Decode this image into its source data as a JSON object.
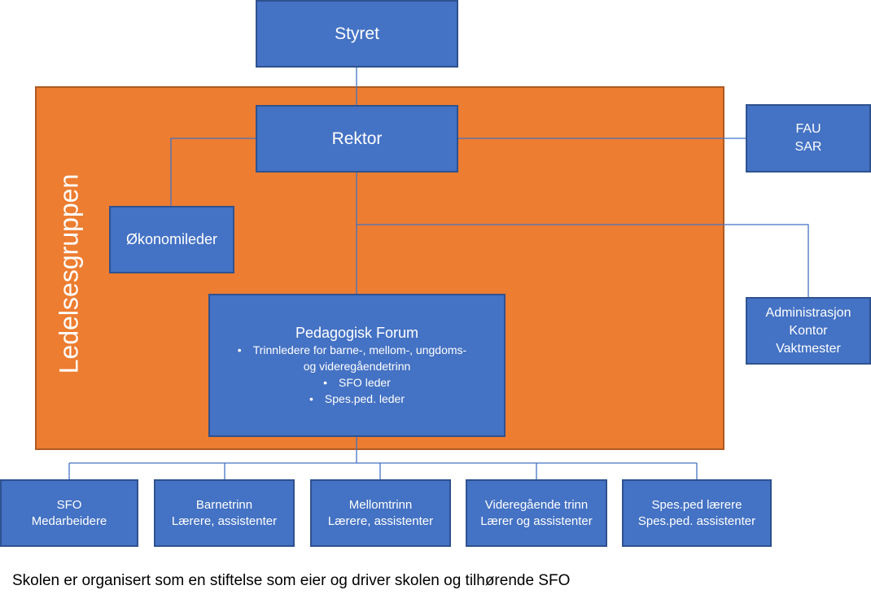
{
  "colors": {
    "box_fill": "#4472C4",
    "box_border": "#2F528F",
    "group_fill": "#ED7D31",
    "group_border": "#AE5A21",
    "line": "#4472C4"
  },
  "group": {
    "label": "Ledelsesgruppen"
  },
  "nodes": {
    "styret": "Styret",
    "rektor": "Rektor",
    "okonomileder": "Økonomileder",
    "fau": {
      "line1": "FAU",
      "line2": "SAR"
    },
    "admin": {
      "line1": "Administrasjon",
      "line2": "Kontor",
      "line3": "Vaktmester"
    },
    "forum": {
      "title": "Pedagogisk Forum",
      "bullet_char": "•",
      "items": [
        {
          "line1": "Trinnledere for barne-, mellom-, ungdoms-",
          "line2": "og videregåendetrinn"
        },
        {
          "line1": "SFO leder"
        },
        {
          "line1": "Spes.ped. leder"
        }
      ]
    },
    "bottom": [
      {
        "line1": "SFO",
        "line2": "Medarbeidere"
      },
      {
        "line1": "Barnetrinn",
        "line2": "Lærere, assistenter"
      },
      {
        "line1": "Mellomtrinn",
        "line2": "Lærere, assistenter"
      },
      {
        "line1": "Videregående trinn",
        "line2": "Lærer og assistenter"
      },
      {
        "line1": "Spes.ped lærere",
        "line2": "Spes.ped. assistenter"
      }
    ]
  },
  "caption": "Skolen er organisert som en stiftelse som eier og driver skolen og tilhørende SFO"
}
